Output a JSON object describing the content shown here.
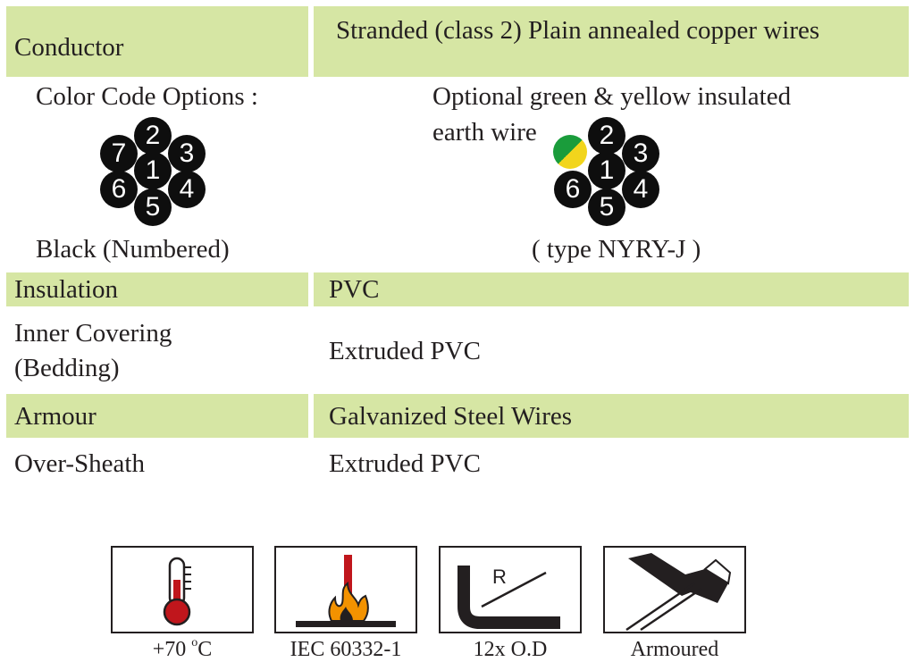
{
  "rows": {
    "conductor": {
      "label": "Conductor",
      "value": "Stranded (class 2) Plain annealed copper wires"
    },
    "color_code": {
      "left_title": "Color Code Options :",
      "left_caption": "Black (Numbered)",
      "right_title_line1": "Optional green & yellow insulated",
      "right_title_line2": "earth wire",
      "right_caption": "( type NYRY-J )",
      "left_cores": [
        "1",
        "2",
        "3",
        "4",
        "5",
        "6",
        "7"
      ],
      "right_cores": [
        "1",
        "2",
        "3",
        "4",
        "5",
        "6"
      ]
    },
    "insulation": {
      "label": "Insulation",
      "value": "PVC"
    },
    "inner_covering": {
      "label_line1": "Inner Covering",
      "label_line2": "(Bedding)",
      "value": "Extruded PVC"
    },
    "armour": {
      "label": "Armour",
      "value": "Galvanized Steel Wires"
    },
    "over_sheath": {
      "label": "Over-Sheath",
      "value": "Extruded PVC"
    }
  },
  "icons": [
    {
      "name": "thermometer-icon",
      "label_main": "+70 ",
      "label_sup": "o",
      "label_end": "C"
    },
    {
      "name": "flame-icon",
      "label": "IEC 60332-1"
    },
    {
      "name": "bend-radius-icon",
      "label": "12x O.D",
      "glyph": "R"
    },
    {
      "name": "armour-icon",
      "label": "Armoured"
    }
  ],
  "colors": {
    "band_green": "#d6e6a4",
    "core_black": "#0e0e0e",
    "earth_green": "#1a9c3b",
    "earth_yellow": "#f2d51c",
    "thermo_red": "#c0161c",
    "flame_orange": "#f39200"
  }
}
